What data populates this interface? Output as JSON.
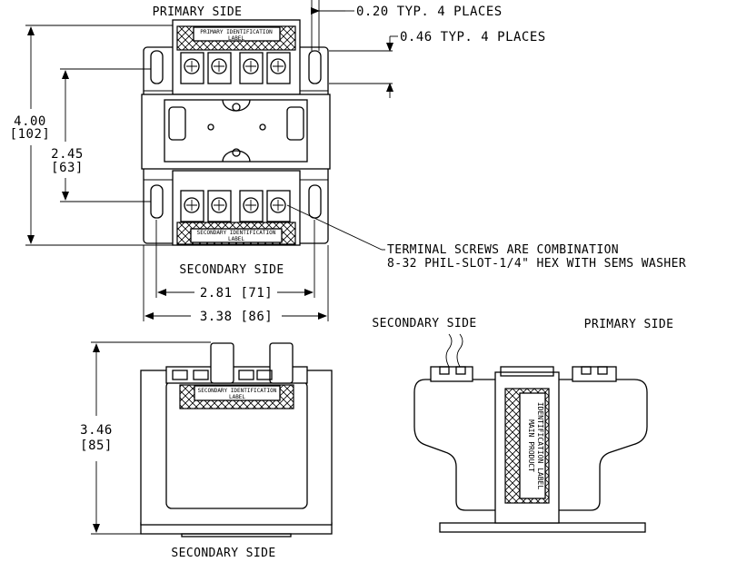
{
  "labels": {
    "primary_side_top": "PRIMARY SIDE",
    "secondary_side_top": "SECONDARY SIDE",
    "secondary_side_front": "SECONDARY SIDE",
    "secondary_side_right": "SECONDARY SIDE",
    "primary_side_right": "PRIMARY SIDE"
  },
  "dimensions": {
    "slot_width": "0.20 TYP. 4 PLACES",
    "slot_length": "0.46 TYP. 4 PLACES",
    "overall_height_in": "4.00",
    "overall_height_mm": "[102]",
    "mount_spacing_in": "2.45",
    "mount_spacing_mm": "[63]",
    "mount_width": "2.81 [71]",
    "overall_width": "3.38 [86]",
    "front_height_in": "3.46",
    "front_height_mm": "[85]"
  },
  "notes": {
    "terminal_line1": "TERMINAL SCREWS ARE COMBINATION",
    "terminal_line2": "8-32 PHIL-SLOT-1/4\" HEX WITH SEMS WASHER"
  },
  "component_labels": {
    "primary_id_line1": "PRIMARY IDENTIFICATION",
    "primary_id_line2": "LABEL",
    "secondary_id_line1": "SECONDARY IDENTIFICATION",
    "secondary_id_line2": "LABEL",
    "front_id_line1": "SECONDARY IDENTIFICATION",
    "front_id_line2": "LABEL",
    "main_label_line1": "MAIN PRODUCT",
    "main_label_line2": "IDENTIFICATION LABEL"
  }
}
